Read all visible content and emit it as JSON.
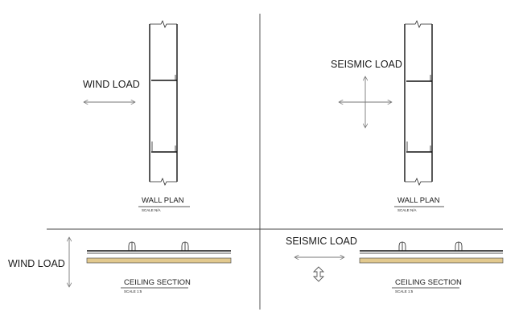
{
  "quadrants": {
    "top_left": {
      "load_label": "WIND LOAD",
      "title": "WALL PLAN",
      "scale": "SCALE  N/A"
    },
    "top_right": {
      "load_label": "SEISMIC LOAD",
      "title": "WALL PLAN",
      "scale": "SCALE  N/A"
    },
    "bottom_left": {
      "load_label": "WIND LOAD",
      "title": "CEILING SECTION",
      "scale": "SCALE  1:5"
    },
    "bottom_right": {
      "load_label": "SEISMIC LOAD",
      "title": "CEILING SECTION",
      "scale": "SCALE  1:5"
    }
  },
  "colors": {
    "line": "#111111",
    "arrow": "#777777",
    "ceiling_board": "#e2c98e"
  },
  "icons": {
    "horizontal_arrow": "double-headed-horizontal-arrow",
    "vertical_arrow": "double-headed-vertical-arrow",
    "cross_arrow": "four-way-arrow",
    "small_vertical_arrow": "small-double-headed-vertical-arrow"
  }
}
